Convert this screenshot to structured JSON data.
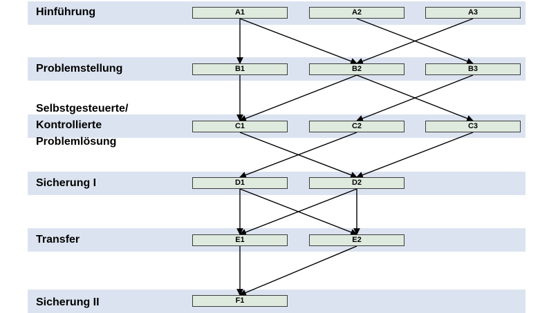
{
  "stages": [
    {
      "label": "Hinführung"
    },
    {
      "label": "Problemstellung"
    },
    {
      "label": "Selbstgesteuerte/\nKontrollierte\nProblemlösung"
    },
    {
      "label": "Sicherung I"
    },
    {
      "label": "Transfer"
    },
    {
      "label": "Sicherung II"
    }
  ],
  "nodes": {
    "A1": "A1",
    "A2": "A2",
    "A3": "A3",
    "B1": "B1",
    "B2": "B2",
    "B3": "B3",
    "C1": "C1",
    "C2": "C2",
    "C3": "C3",
    "D1": "D1",
    "D2": "D2",
    "E1": "E1",
    "E2": "E2",
    "F1": "F1"
  },
  "edges": [
    [
      "A1",
      "B1"
    ],
    [
      "A1",
      "B2"
    ],
    [
      "A2",
      "B3"
    ],
    [
      "A3",
      "B2"
    ],
    [
      "B1",
      "C1"
    ],
    [
      "B2",
      "C1"
    ],
    [
      "B2",
      "C3"
    ],
    [
      "B3",
      "C2"
    ],
    [
      "C1",
      "D2"
    ],
    [
      "C2",
      "D1"
    ],
    [
      "C3",
      "D2"
    ],
    [
      "D1",
      "E1"
    ],
    [
      "D1",
      "E2"
    ],
    [
      "D2",
      "E1"
    ],
    [
      "D2",
      "E2"
    ],
    [
      "E1",
      "F1"
    ],
    [
      "E2",
      "F1"
    ]
  ]
}
